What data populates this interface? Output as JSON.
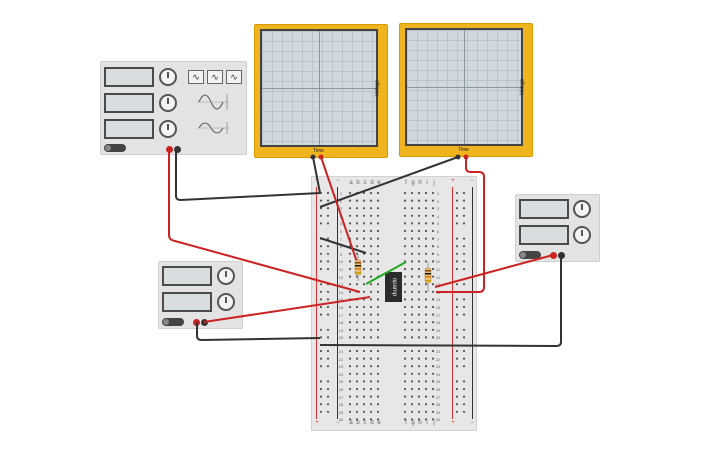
{
  "oscilloscopes": [
    {
      "x_label": "Time",
      "y_label": "Voltage"
    },
    {
      "x_label": "Time",
      "y_label": "Voltage"
    }
  ],
  "breadboard": {
    "columns_left": [
      "a",
      "b",
      "c",
      "d",
      "e"
    ],
    "columns_right": [
      "f",
      "g",
      "h",
      "i",
      "j"
    ],
    "rows": [
      "1",
      "2",
      "3",
      "4",
      "5",
      "6",
      "7",
      "8",
      "9",
      "10",
      "11",
      "12",
      "13",
      "14",
      "15",
      "16",
      "17",
      "18",
      "19",
      "20",
      "21",
      "22",
      "23",
      "24",
      "25",
      "26",
      "27",
      "28",
      "29",
      "30"
    ],
    "rail_plus": "+",
    "rail_minus": "−"
  },
  "opamp": {
    "label": "opamp"
  },
  "function_generator": {
    "wave_buttons": [
      "∿",
      "∿",
      "∿"
    ]
  },
  "colors": {
    "wire_red": "#cc2222",
    "wire_black": "#333333",
    "wire_green": "#22aa22",
    "scope_frame": "#f0b41e"
  }
}
